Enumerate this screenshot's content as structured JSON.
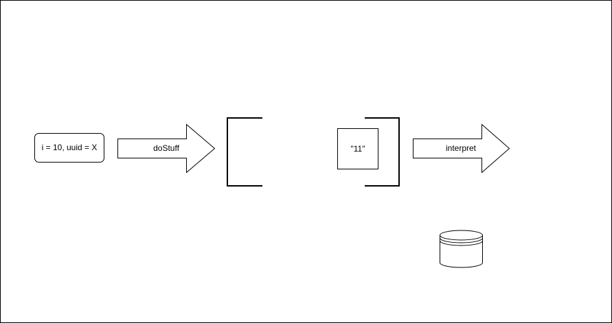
{
  "diagram": {
    "input_box": {
      "label": "i = 10, uuid = X"
    },
    "arrow_1": {
      "label": "doStuff"
    },
    "inner_box": {
      "label": "\"11\""
    },
    "arrow_2": {
      "label": "interpret"
    },
    "database": {
      "icon": "database-icon"
    }
  }
}
